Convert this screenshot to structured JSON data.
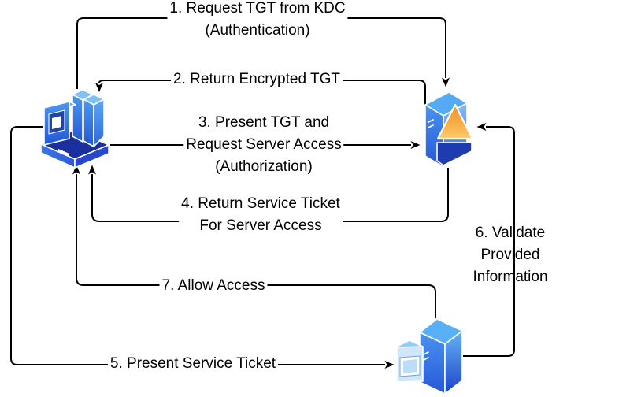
{
  "diagram": {
    "background_color": "#ffffff",
    "line_color": "#000000",
    "text_color": "#000000",
    "nodes": [
      {
        "id": "client",
        "icon": "client-workstation-icon",
        "primary_color": "#2f6fe0",
        "screen_color": "#ffffff",
        "frame_color": "#24449f"
      },
      {
        "id": "kdc",
        "icon": "kdc-server-icon",
        "primary_color": "#3a7bea",
        "accent_color": "#f59b2e",
        "base_color": "#1e3cae"
      },
      {
        "id": "server",
        "icon": "application-server-icon",
        "primary_color": "#2a52d4",
        "panel_color": "#cfe6fb"
      }
    ],
    "steps": [
      {
        "num": "1",
        "label": "1. Request TGT from KDC\n(Authentication)",
        "from": "client",
        "to": "kdc"
      },
      {
        "num": "2",
        "label": "2. Return Encrypted TGT",
        "from": "kdc",
        "to": "client"
      },
      {
        "num": "3",
        "label": "3. Present TGT and\nRequest Server Access\n(Authorization)",
        "from": "client",
        "to": "kdc"
      },
      {
        "num": "4",
        "label": "4. Return Service Ticket\nFor Server Access",
        "from": "kdc",
        "to": "client"
      },
      {
        "num": "5",
        "label": "5. Present Service Ticket",
        "from": "client",
        "to": "server"
      },
      {
        "num": "6",
        "label": "6. Validate Provided Information",
        "from": "server",
        "to": "kdc"
      },
      {
        "num": "7",
        "label": "7. Allow Access",
        "from": "server",
        "to": "client"
      }
    ]
  }
}
